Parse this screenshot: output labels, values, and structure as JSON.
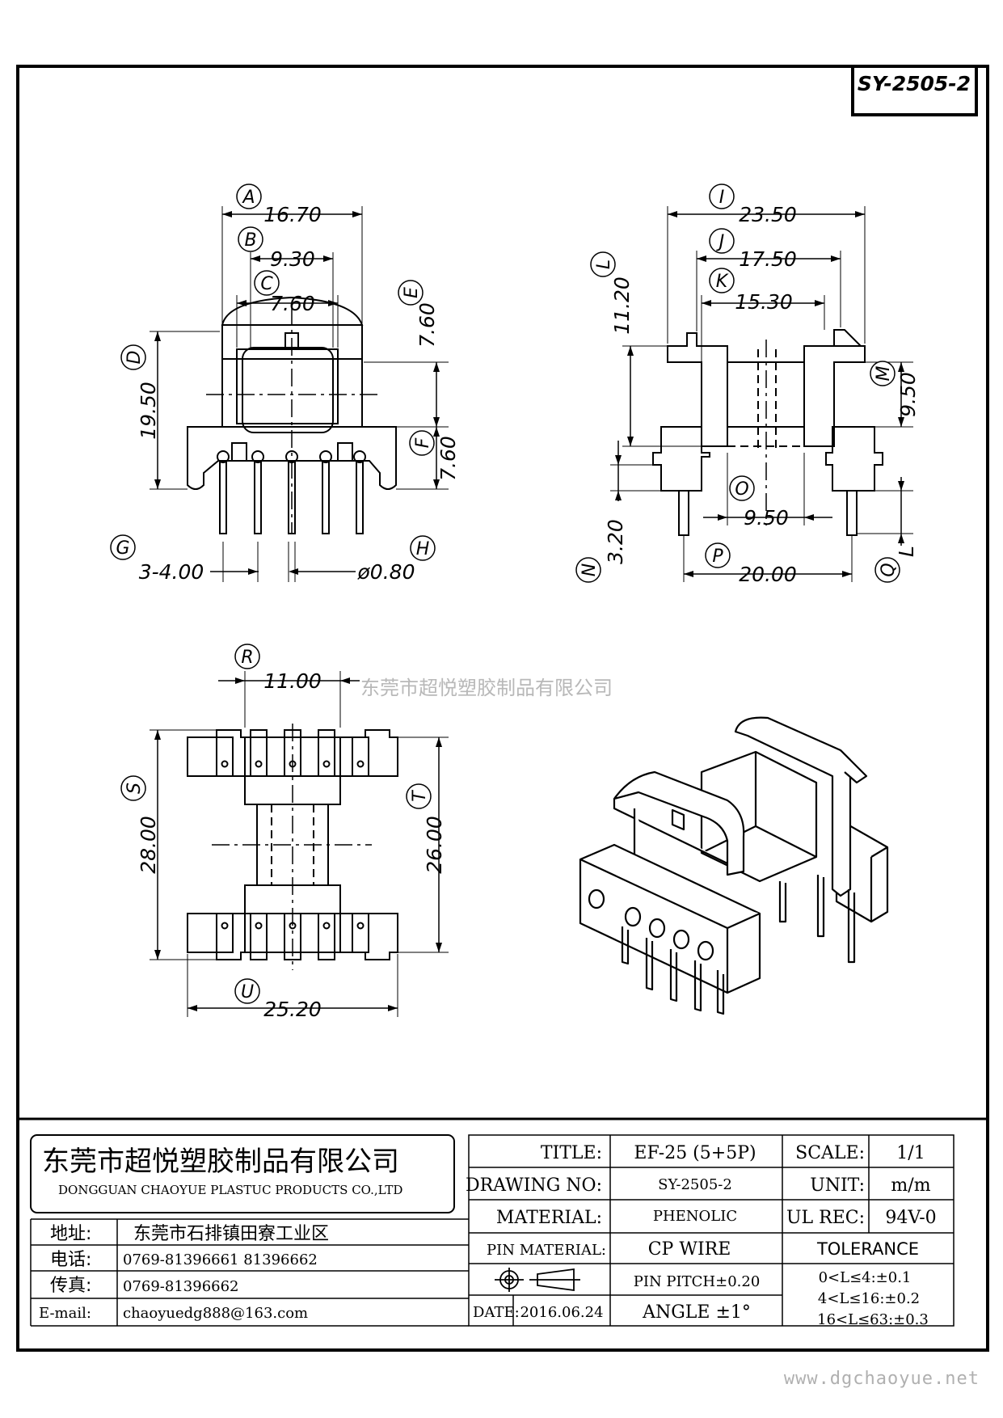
{
  "drawing_code": "SY-2505-2",
  "watermark": "东莞市超悦塑胶制品有限公司",
  "site_url": "www.dgchaoyue.net",
  "front_view": {
    "A": {
      "label": "A",
      "value": "16.70"
    },
    "B": {
      "label": "B",
      "value": "9.30"
    },
    "C": {
      "label": "C",
      "value": "7.60"
    },
    "D": {
      "label": "D",
      "value": "19.50"
    },
    "E": {
      "label": "E",
      "value": "7.60"
    },
    "F": {
      "label": "F",
      "value": "7.60"
    },
    "G": {
      "label": "G",
      "value": "3-4.00"
    },
    "H": {
      "label": "H",
      "value": "ø0.80"
    }
  },
  "side_view": {
    "I": {
      "label": "I",
      "value": "23.50"
    },
    "J": {
      "label": "J",
      "value": "17.50"
    },
    "K": {
      "label": "K",
      "value": "15.30"
    },
    "L": {
      "label": "L",
      "value": "11.20"
    },
    "M": {
      "label": "M",
      "value": "9.50"
    },
    "N": {
      "label": "N",
      "value": "3.20"
    },
    "O": {
      "label": "O",
      "value": "9.50"
    },
    "P": {
      "label": "P",
      "value": "20.00"
    },
    "Q": {
      "label": "Q",
      "value": "L"
    }
  },
  "bottom_view": {
    "R": {
      "label": "R",
      "value": "11.00"
    },
    "S": {
      "label": "S",
      "value": "28.00"
    },
    "T": {
      "label": "T",
      "value": "26.00"
    },
    "U": {
      "label": "U",
      "value": "25.20"
    }
  },
  "title_block": {
    "company_cn": "东莞市超悦塑胶制品有限公司",
    "company_en": "DONGGUAN CHAOYUE PLASTUC PRODUCTS CO.,LTD",
    "address_label": "地址:",
    "address": "东莞市石排镇田寮工业区",
    "phone_label": "电话:",
    "phone": "0769-81396661  81396662",
    "fax_label": "传真:",
    "fax": "0769-81396662",
    "email_label": "E-mail:",
    "email": "chaoyuedg888@163.com",
    "title_label": "TITLE:",
    "title": "EF-25 (5+5P)",
    "drawing_no_label": "DRAWING NO:",
    "drawing_no": "SY-2505-2",
    "material_label": "MATERIAL:",
    "material": "PHENOLIC",
    "pin_material_label": "PIN MATERIAL:",
    "pin_material": "CP WIRE",
    "pin_pitch": "PIN PITCH±0.20",
    "date_label": "DATE:",
    "date": "2016.06.24",
    "angle": "ANGLE  ±1°",
    "scale_label": "SCALE:",
    "scale": "1/1",
    "unit_label": "UNIT:",
    "unit": "m/m",
    "ul_rec_label": "UL REC:",
    "ul_rec": "94V-0",
    "tolerance_label": "TOLERANCE",
    "tolerance_lines": [
      "0<L≤4:±0.1",
      "4<L≤16:±0.2",
      "16<L≤63:±0.3"
    ]
  }
}
